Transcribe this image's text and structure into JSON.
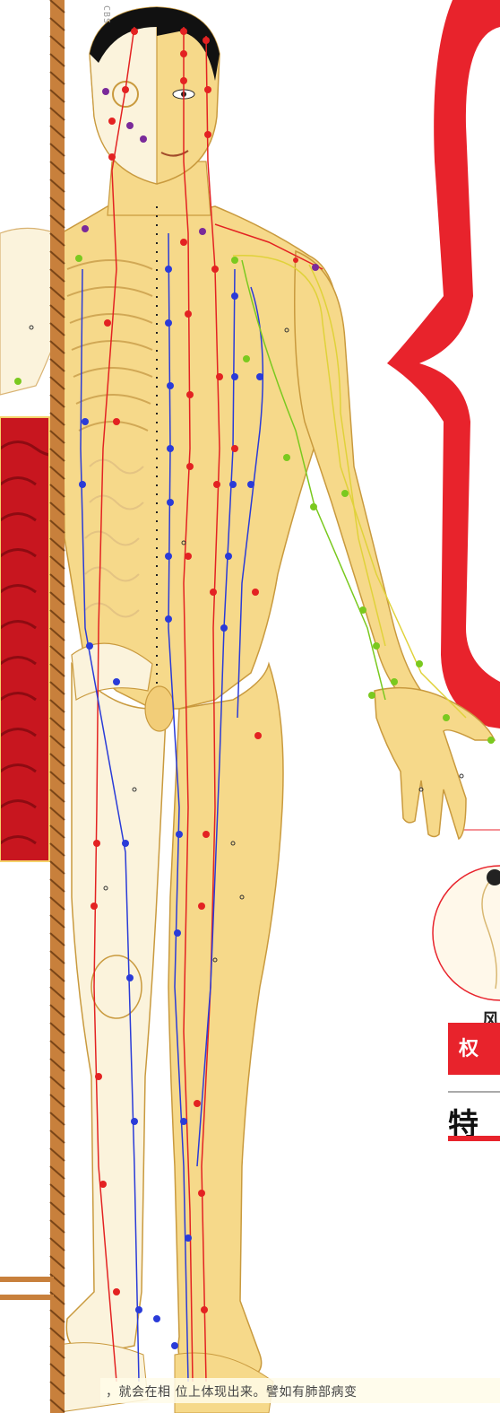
{
  "figure": {
    "vertical_code": "CBS",
    "right_panel": {
      "label_feng": "风",
      "banner_text": "权",
      "heading_te": "特"
    },
    "caption": "，就会在相 位上体现出来。譬如有肺部病变"
  },
  "colors": {
    "skin": "#f6d98a",
    "skin_shadow": "#e8b95a",
    "bone": "#fbf3dc",
    "meridian_red": "#e32222",
    "meridian_blue": "#2a3bd8",
    "meridian_green": "#7ac91f",
    "meridian_yellow": "#e0d23a",
    "brace_red": "#e8232c",
    "rope": "#c8803c",
    "panel_red": "#c8161f"
  }
}
